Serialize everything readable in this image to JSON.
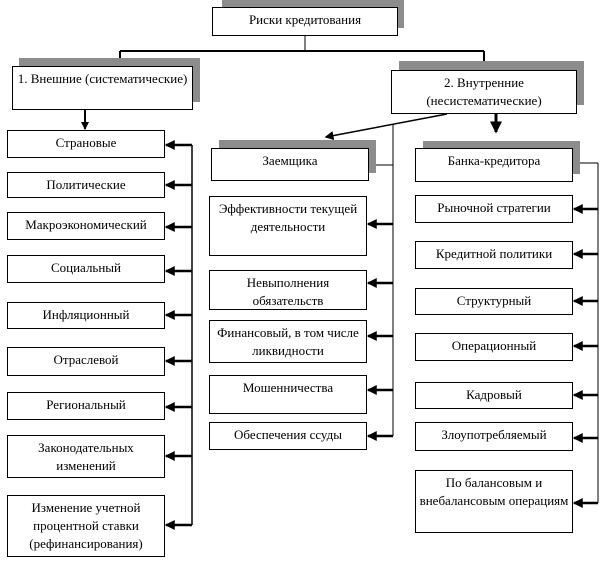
{
  "root": "Риски кредитования",
  "external": {
    "title": "1. Внешние (систематические)",
    "items": [
      "Страновые",
      "Политические",
      "Макроэкономический",
      "Социальный",
      "Инфляционный",
      "Отраслевой",
      "Региональный",
      "Законодательных изменений",
      "Изменение учетной процентной ставки (рефинансирования)"
    ]
  },
  "internal": {
    "title": "2. Внутренние (несистематические)",
    "borrower": {
      "title": "Заемщика",
      "items": [
        "Эффективности текущей деятельности",
        "Невыполнения обязательств",
        "Финансовый, в том числе ликвидности",
        "Мошенничества",
        "Обеспечения ссуды"
      ]
    },
    "bank": {
      "title": "Банка-кредитора",
      "items": [
        "Рыночной стратегии",
        "Кредитной политики",
        "Структурный",
        "Операционный",
        "Кадровый",
        "Злоупотребляемый",
        "По балансовым и внебалансовым операциям"
      ]
    }
  },
  "colors": {
    "shadow": "#8c8c8c",
    "line": "#000000"
  }
}
